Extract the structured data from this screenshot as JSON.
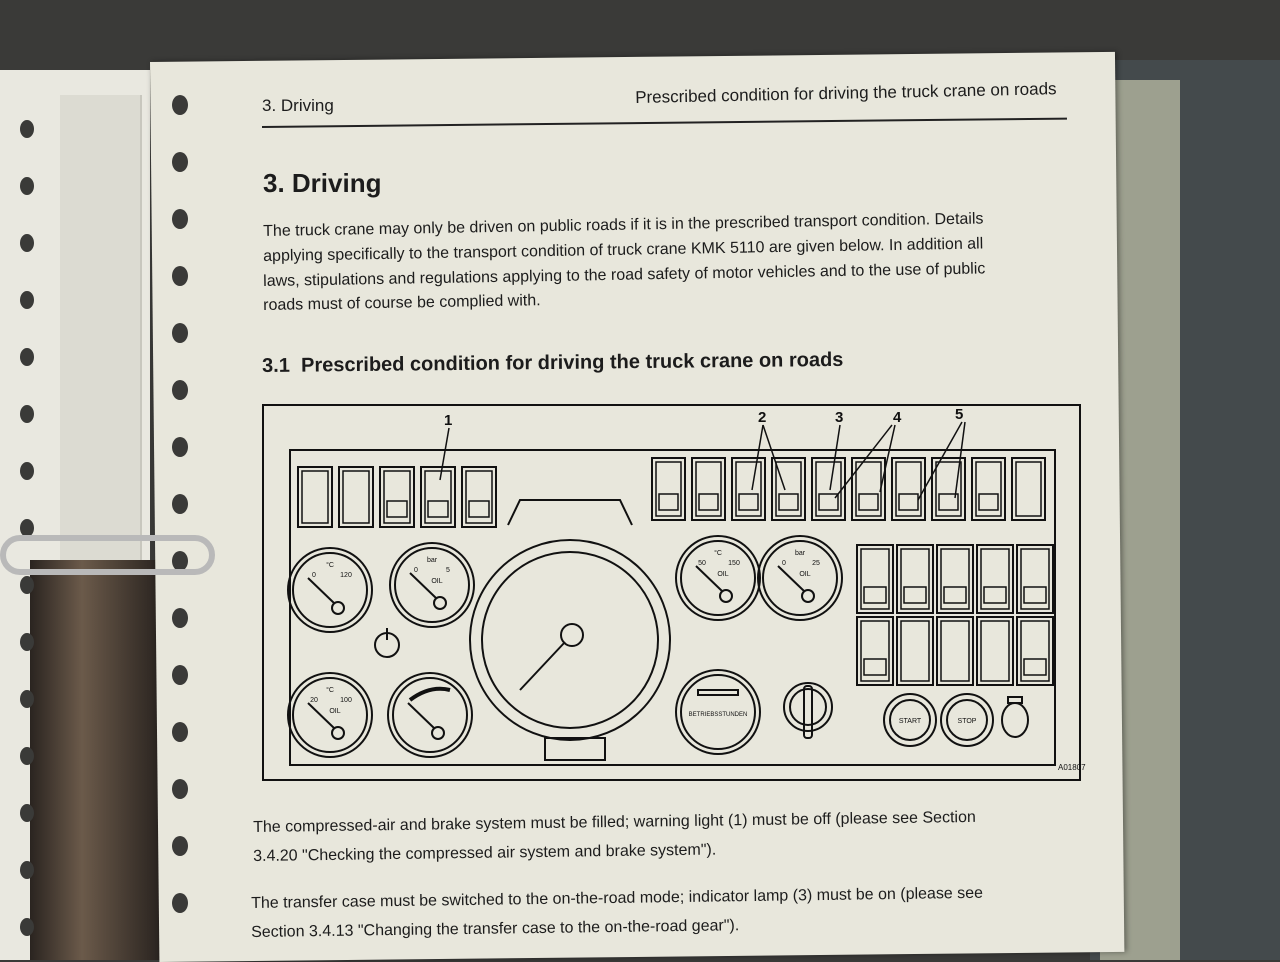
{
  "header": {
    "left": "3. Driving",
    "right": "Prescribed condition for driving the truck crane on roads"
  },
  "title": "3.  Driving",
  "intro": [
    "The truck crane may only be driven on public roads if it is in the prescribed transport condition.  Details",
    "applying specifically to the transport condition of truck crane KMK 5110 are given below.  In addition all",
    "laws, stipulations and regulations applying to the road safety of motor vehicles and to the use of public",
    "roads must of course be complied with."
  ],
  "section": {
    "number": "3.1",
    "title": "Prescribed condition for driving the truck crane on roads"
  },
  "figure": {
    "callouts": [
      "1",
      "2",
      "3",
      "4",
      "5"
    ],
    "gauges": {
      "coolant_temp": {
        "unit": "°C",
        "min": "0",
        "max": "120"
      },
      "oil_pressure_left": {
        "unit": "bar",
        "min": "0",
        "max": "5",
        "label": "OIL"
      },
      "oil_temp_left": {
        "unit": "°C",
        "min": "20",
        "max": "100",
        "label": "OIL"
      },
      "oil_temp_right": {
        "unit": "°C",
        "min": "50",
        "max": "150",
        "label": "OIL"
      },
      "oil_pressure_right": {
        "unit": "bar",
        "min": "0",
        "max": "25",
        "label": "OIL"
      }
    },
    "hour_meter": "BETRIEBSSTUNDEN",
    "start_label": "START",
    "stop_label": "STOP",
    "figure_id": "A01807"
  },
  "body": [
    {
      "lines": [
        "The compressed-air and brake system must be filled; warning light (1) must be off (please see Section",
        "3.4.20  \"Checking the compressed air system and brake system\")."
      ]
    },
    {
      "lines": [
        "The transfer case must be switched to the on-the-road mode; indicator lamp (3) must be on (please see",
        "Section 3.4.13 \"Changing the transfer case to the on-the-road gear\")."
      ]
    }
  ]
}
